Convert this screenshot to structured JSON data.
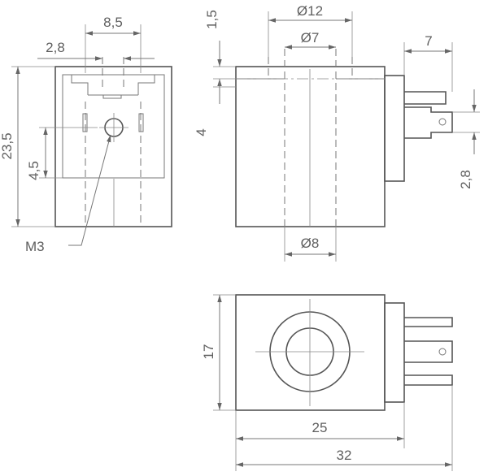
{
  "drawing": {
    "front_view": {
      "width_top": "8,5",
      "width_left": "2,8",
      "height_total": "23,5",
      "height_lower": "4,5",
      "thread_label": "M3"
    },
    "side_view": {
      "top_offset": "1,5",
      "dia_outer_top": "Ø12",
      "dia_inner_top": "Ø7",
      "pin_length": "7",
      "pin_offset": "4",
      "pin_spacing": "2,8",
      "dia_bottom": "Ø8"
    },
    "bottom_view": {
      "height": "17",
      "body_width": "25",
      "overall_width": "32"
    }
  }
}
